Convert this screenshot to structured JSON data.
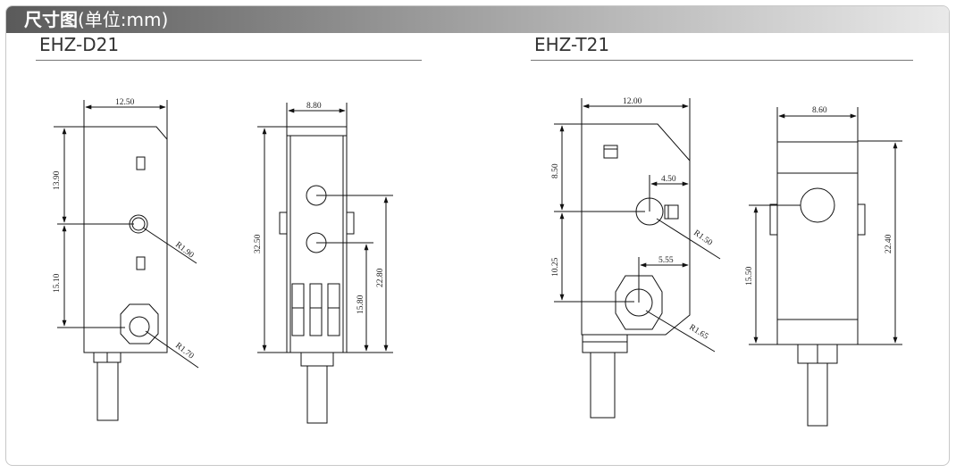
{
  "header": {
    "title_strong": "尺寸图",
    "title_unit": "(单位:mm)"
  },
  "models": {
    "left": "EHZ-D21",
    "right": "EHZ-T21"
  },
  "dimensions": {
    "d21_width": "12.50",
    "d21_upper_height": "13.90",
    "d21_lower_height": "15.10",
    "d21_r_top": "R1.90",
    "d21_r_bottom": "R1.70",
    "d21_side_width": "8.80",
    "d21_side_height": "32.50",
    "d21_side_22": "22.80",
    "d21_side_15": "15.80",
    "t21_width": "12.00",
    "t21_upper_height": "8.50",
    "t21_lower_height": "10.25",
    "t21_offset_top": "4.50",
    "t21_offset_bottom": "5.55",
    "t21_r_top": "R1.50",
    "t21_r_bottom": "R1.65",
    "t21_side_width": "8.60",
    "t21_side_height": "22.40",
    "t21_side_15": "15.50"
  }
}
